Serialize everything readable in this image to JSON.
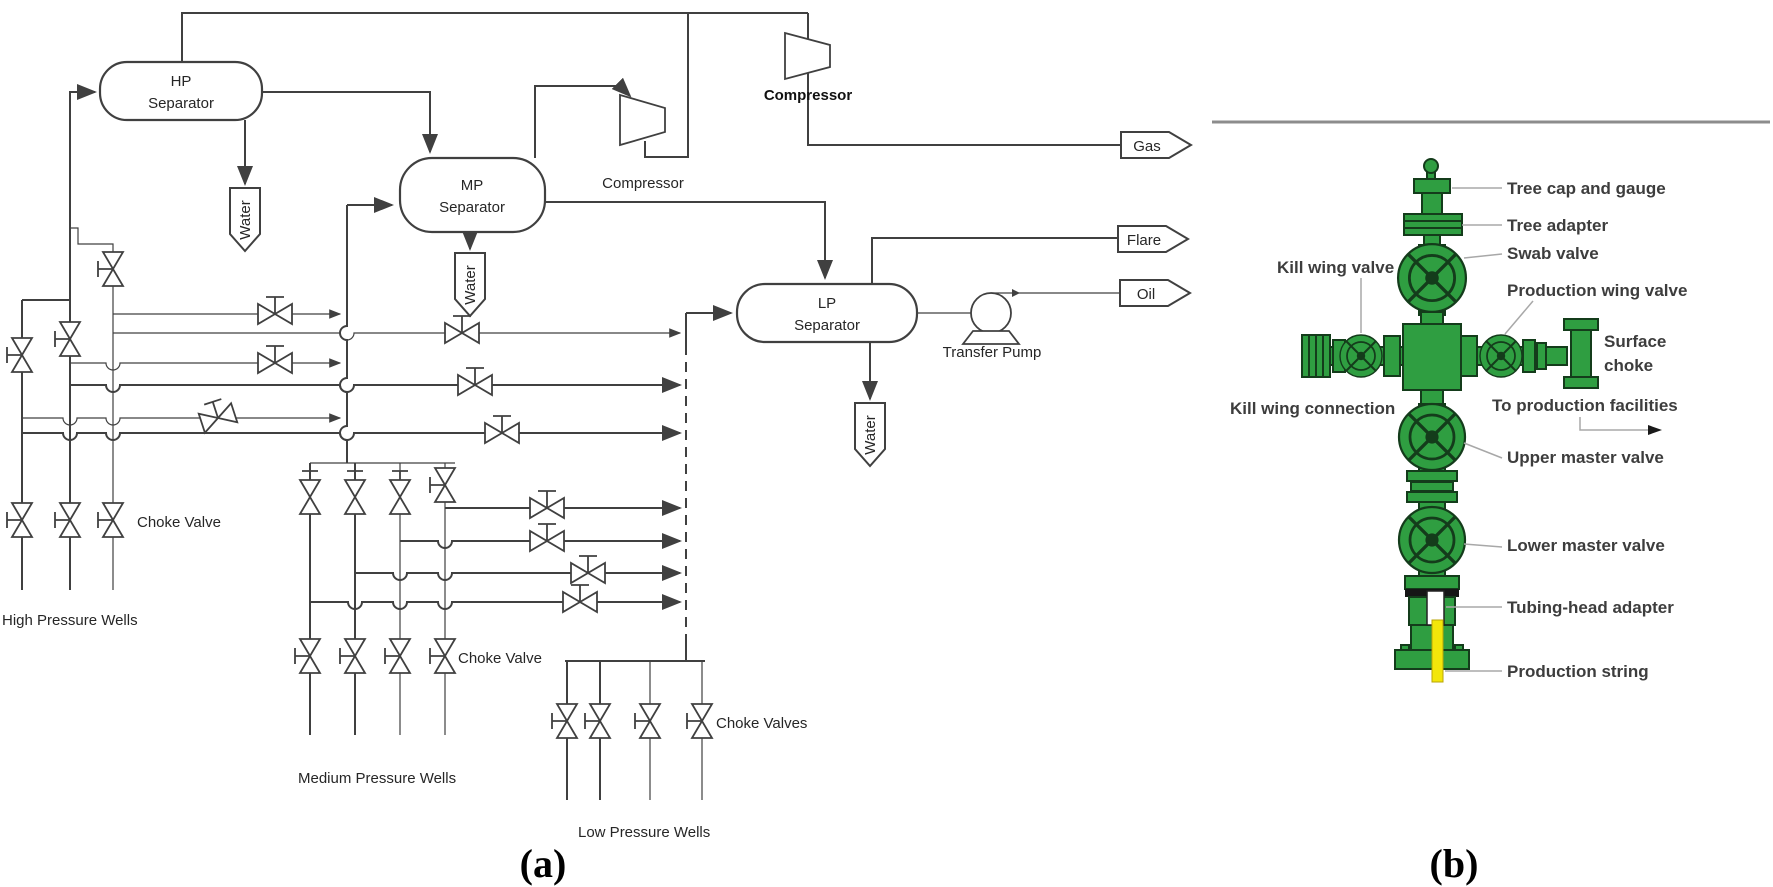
{
  "panel_a": {
    "caption": "(a)",
    "vessels": {
      "hp": {
        "l1": "HP",
        "l2": "Separator"
      },
      "mp": {
        "l1": "MP",
        "l2": "Separator"
      },
      "lp": {
        "l1": "LP",
        "l2": "Separator"
      }
    },
    "equipment": {
      "compressor_upper": "Compressor",
      "compressor_lower": "Compressor",
      "transfer_pump": "Transfer Pump"
    },
    "streams": {
      "gas": "Gas",
      "flare": "Flare",
      "oil": "Oil",
      "water_hp": "Water",
      "water_mp": "Water",
      "water_lp": "Water"
    },
    "labels": {
      "choke_valve_hp": "Choke Valve",
      "choke_valve_mp": "Choke Valve",
      "choke_valves_lp": "Choke Valves",
      "hp_wells": "High Pressure Wells",
      "mp_wells": "Medium Pressure Wells",
      "lp_wells": "Low Pressure Wells"
    },
    "colors": {
      "line": "#404040"
    }
  },
  "panel_b": {
    "caption": "(b)",
    "labels": {
      "tree_cap": "Tree cap and gauge",
      "tree_adapter": "Tree adapter",
      "swab_valve": "Swab valve",
      "kill_wing_valve": "Kill wing valve",
      "production_wing_valve": "Production wing valve",
      "surface_choke": {
        "l1": "Surface",
        "l2": "choke"
      },
      "kill_wing_connection": "Kill wing connection",
      "to_production_facilities": "To production facilities",
      "upper_master_valve": "Upper master valve",
      "lower_master_valve": "Lower master valve",
      "tubing_head_adapter": "Tubing-head adapter",
      "production_string": "Production string"
    },
    "colors": {
      "tree_green": "#2f9e41",
      "tree_dark": "#143c1b",
      "production_string_yellow": "#f3e60a",
      "label_text": "#3d3d3d",
      "leader": "#a8a8a8"
    }
  }
}
